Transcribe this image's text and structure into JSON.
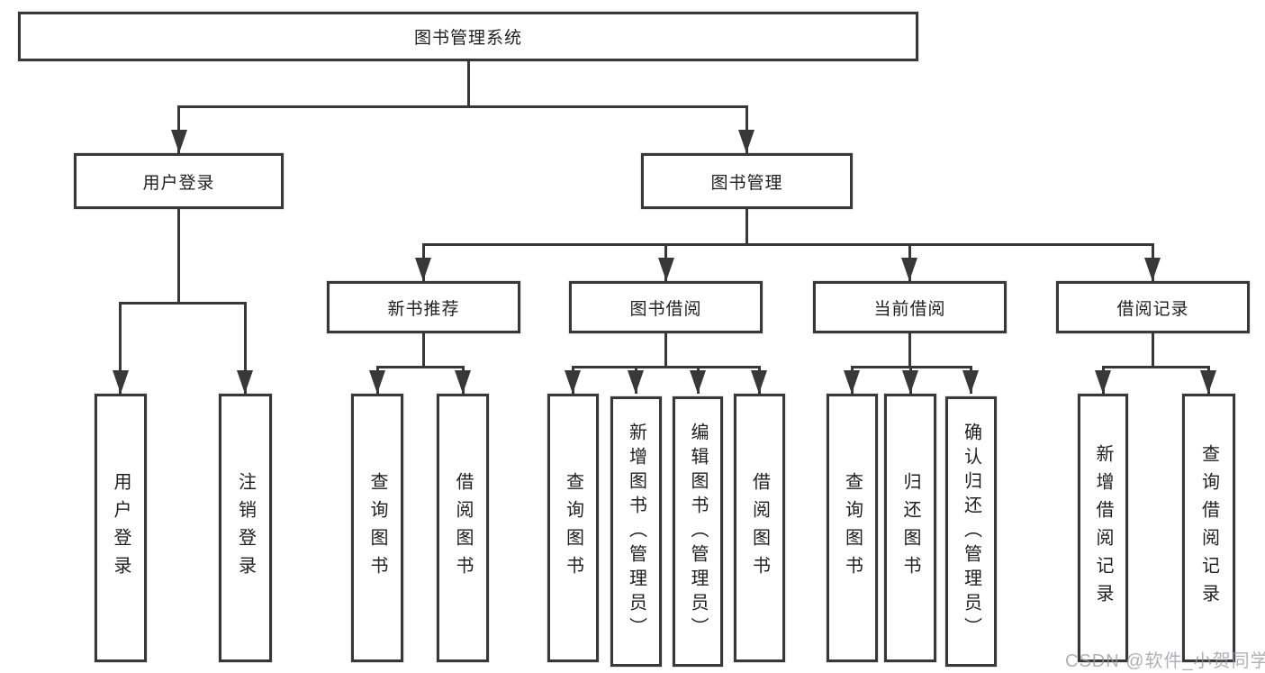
{
  "root": {
    "label": "图书管理系统"
  },
  "branches": [
    {
      "label": "用户登录",
      "children": [
        {
          "label": "用户登录"
        },
        {
          "label": "注销登录"
        }
      ]
    },
    {
      "label": "图书管理",
      "children": [
        {
          "label": "新书推荐",
          "children": [
            {
              "label": "查询图书"
            },
            {
              "label": "借阅图书"
            }
          ]
        },
        {
          "label": "图书借阅",
          "children": [
            {
              "label": "查询图书"
            },
            {
              "label": "新增图书（管理员）"
            },
            {
              "label": "编辑图书（管理员）"
            },
            {
              "label": "借阅图书"
            }
          ]
        },
        {
          "label": "当前借阅",
          "children": [
            {
              "label": "查询图书"
            },
            {
              "label": "归还图书"
            },
            {
              "label": "确认归还（管理员）"
            }
          ]
        },
        {
          "label": "借阅记录",
          "children": [
            {
              "label": "新增借阅记录"
            },
            {
              "label": "查询借阅记录"
            }
          ]
        }
      ]
    }
  ],
  "watermark": {
    "label": "CSDN @软件_小贺同学"
  },
  "colors": {
    "line": "#383838",
    "text": "#1f1f1f",
    "background": "#ffffff",
    "watermark": "#9696a2"
  }
}
